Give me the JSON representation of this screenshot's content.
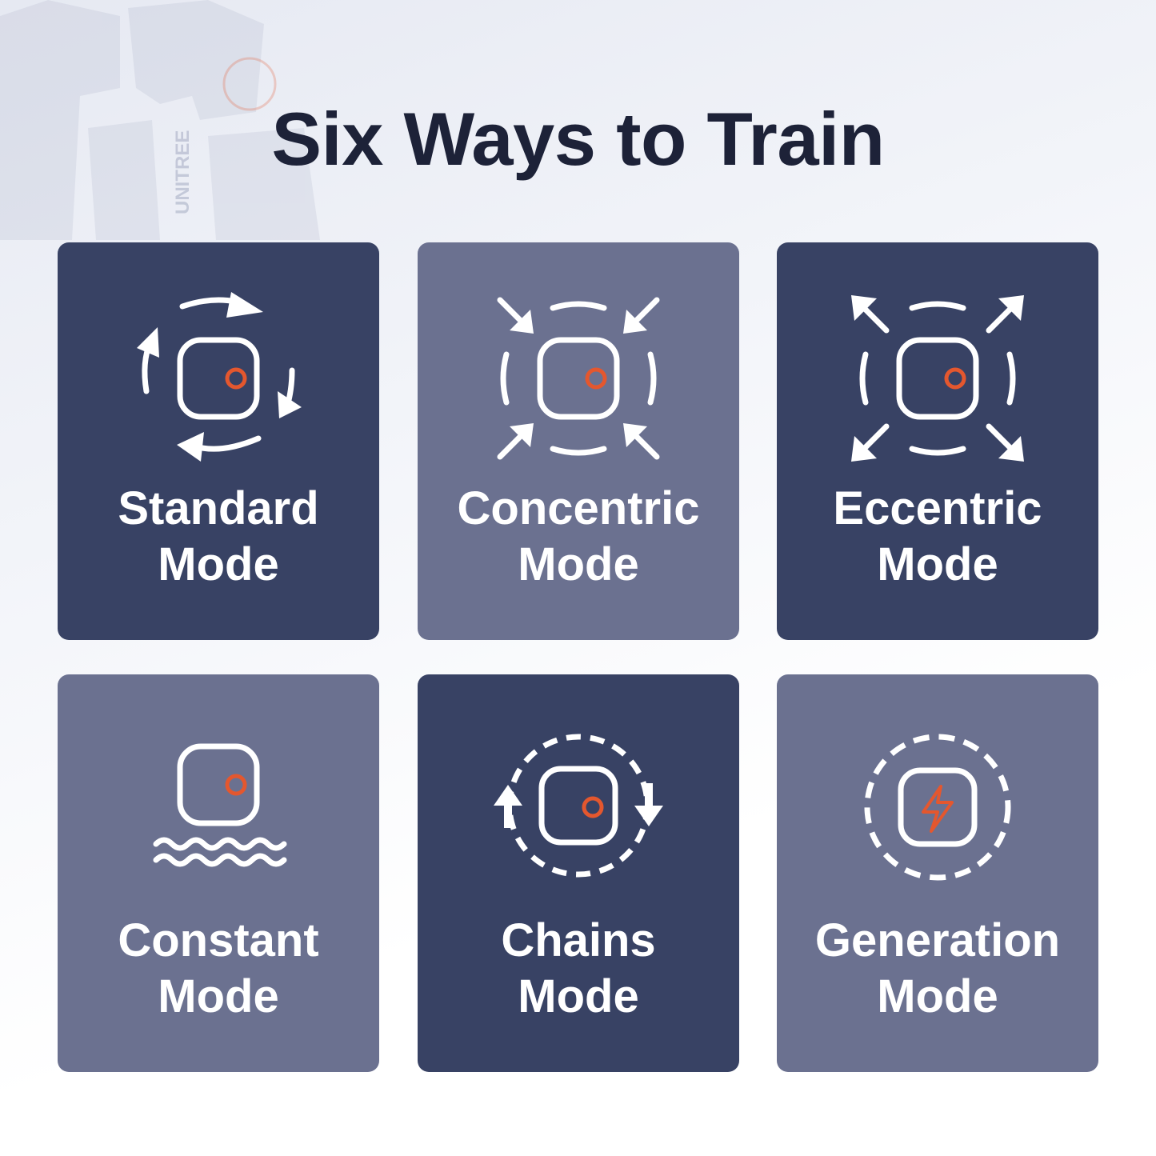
{
  "title": "Six Ways to Train",
  "background_brand": "UNITREE",
  "colors": {
    "card_dark": "#384264",
    "card_light": "#6b7190",
    "accent": "#e4572e",
    "title": "#1d2238"
  },
  "modes": [
    {
      "line1": "Standard",
      "line2": "Mode",
      "icon": "rotate-arrows-icon",
      "tone": "dark"
    },
    {
      "line1": "Concentric",
      "line2": "Mode",
      "icon": "inward-arrows-icon",
      "tone": "light"
    },
    {
      "line1": "Eccentric",
      "line2": "Mode",
      "icon": "outward-arrows-icon",
      "tone": "dark"
    },
    {
      "line1": "Constant",
      "line2": "Mode",
      "icon": "waves-icon",
      "tone": "light"
    },
    {
      "line1": "Chains",
      "line2": "Mode",
      "icon": "up-down-arrows-icon",
      "tone": "dark"
    },
    {
      "line1": "Generation",
      "line2": "Mode",
      "icon": "lightning-icon",
      "tone": "light"
    }
  ]
}
